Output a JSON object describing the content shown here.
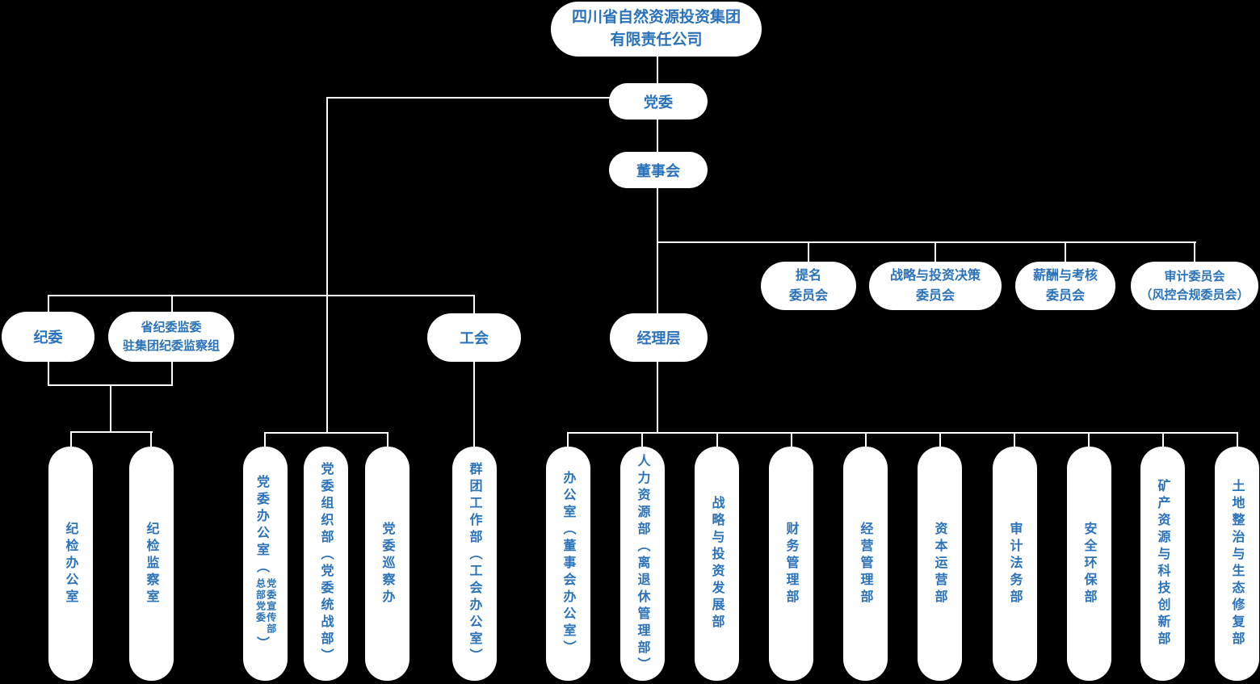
{
  "colors": {
    "background": "#000000",
    "node_fill": "#ffffff",
    "node_text": "#2a72ba",
    "connector": "#ffffff"
  },
  "root": {
    "label": "四川省自然资源投资集团\n有限责任公司"
  },
  "governance": {
    "party_committee": "党委",
    "board": "董事会",
    "management": "经理层"
  },
  "party_row": {
    "discipline_committee": "纪委",
    "provincial_discipline_group": "省纪委监委\n驻集团纪委监察组",
    "labor_union": "工会"
  },
  "board_committees": [
    {
      "label": "提名\n委员会"
    },
    {
      "label": "战略与投资决策\n委员会"
    },
    {
      "label": "薪酬与考核\n委员会"
    },
    {
      "label": "审计委员会\n（风控合规委员会）"
    }
  ],
  "departments": [
    {
      "label": "纪检办公室"
    },
    {
      "label": "纪检监察室"
    },
    {
      "label_main": "党委办公室（",
      "sub_right": "党委宣传部",
      "sub_left": "总部党委",
      "label_close": "）"
    },
    {
      "label": "党委组织部（党委统战部）"
    },
    {
      "label": "党委巡察办"
    },
    {
      "label": "群团工作部（工会办公室）"
    },
    {
      "label": "办公室（董事会办公室）"
    },
    {
      "label": "人力资源部（离退休管理部）"
    },
    {
      "label": "战略与投资发展部"
    },
    {
      "label": "财务管理部"
    },
    {
      "label": "经营管理部"
    },
    {
      "label": "资本运营部"
    },
    {
      "label": "审计法务部"
    },
    {
      "label": "安全环保部"
    },
    {
      "label": "矿产资源与科技创新部"
    },
    {
      "label": "土地整治与生态修复部"
    }
  ]
}
